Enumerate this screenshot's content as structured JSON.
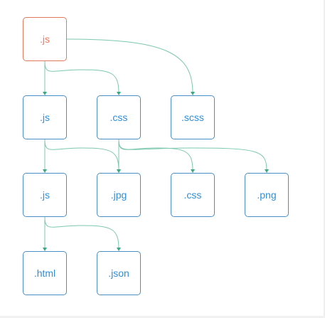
{
  "nodes": [
    {
      "id": "root_js",
      "label": ".js",
      "root": true
    },
    {
      "id": "js_2",
      "label": ".js"
    },
    {
      "id": "css_2",
      "label": ".css"
    },
    {
      "id": "scss_2",
      "label": ".scss"
    },
    {
      "id": "js_3",
      "label": ".js"
    },
    {
      "id": "jpg_3",
      "label": ".jpg"
    },
    {
      "id": "css_3",
      "label": ".css"
    },
    {
      "id": "png_3",
      "label": ".png"
    },
    {
      "id": "html_4",
      "label": ".html"
    },
    {
      "id": "json_4",
      "label": ".json"
    }
  ],
  "edges": [
    {
      "from": "root_js",
      "to": "js_2"
    },
    {
      "from": "root_js",
      "to": "css_2"
    },
    {
      "from": "root_js",
      "to": "scss_2"
    },
    {
      "from": "js_2",
      "to": "js_3"
    },
    {
      "from": "js_2",
      "to": "jpg_3"
    },
    {
      "from": "css_2",
      "to": "jpg_3"
    },
    {
      "from": "css_2",
      "to": "css_3"
    },
    {
      "from": "css_2",
      "to": "png_3"
    },
    {
      "from": "js_3",
      "to": "html_4"
    },
    {
      "from": "js_3",
      "to": "json_4"
    }
  ],
  "colors": {
    "root_border": "#e07a5c",
    "root_text": "#ec7a5f",
    "node_border": "#4a8fc8",
    "node_text": "#2f8fd8",
    "edge": "#7cc8ad",
    "arrow": "#3aa985"
  }
}
